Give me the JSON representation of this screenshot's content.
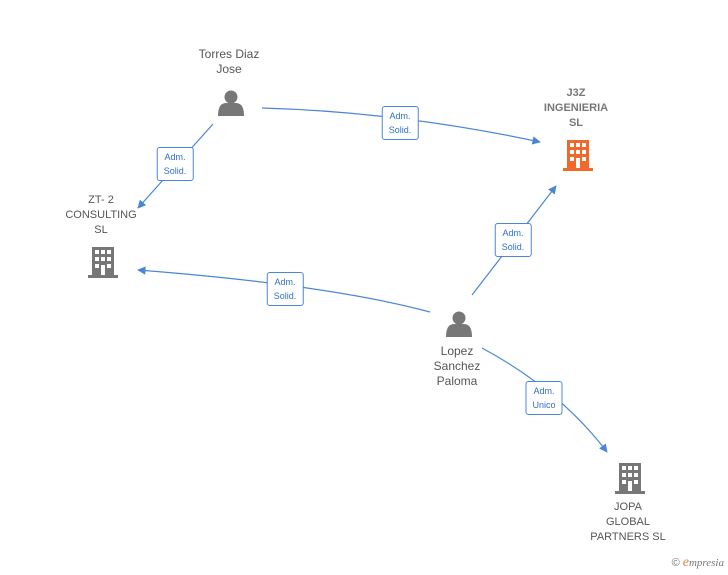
{
  "nodes": {
    "torres": {
      "lines": [
        "Torres Diaz",
        "Jose"
      ],
      "type": "person"
    },
    "j3z": {
      "lines": [
        "J3Z",
        "INGENIERIA",
        "SL"
      ],
      "type": "company",
      "color": "#f2682a"
    },
    "zt2": {
      "lines": [
        "ZT- 2",
        "CONSULTING",
        "SL"
      ],
      "type": "company",
      "color": "#777777"
    },
    "lopez": {
      "lines": [
        "Lopez",
        "Sanchez",
        "Paloma"
      ],
      "type": "person"
    },
    "jopa": {
      "lines": [
        "JOPA",
        "GLOBAL",
        "PARTNERS SL"
      ],
      "type": "company",
      "color": "#777777"
    }
  },
  "edges": [
    {
      "from": "torres",
      "to": "j3z",
      "label": [
        "Adm.",
        "Solid."
      ]
    },
    {
      "from": "torres",
      "to": "zt2",
      "label": [
        "Adm.",
        "Solid."
      ]
    },
    {
      "from": "lopez",
      "to": "zt2",
      "label": [
        "Adm.",
        "Solid."
      ]
    },
    {
      "from": "lopez",
      "to": "j3z",
      "label": [
        "Adm.",
        "Solid."
      ]
    },
    {
      "from": "lopez",
      "to": "jopa",
      "label": [
        "Adm.",
        "Unico"
      ]
    }
  ],
  "colors": {
    "edge": "#4a86d8",
    "person": "#777777"
  },
  "credit": {
    "symbol": "©",
    "brand_initial": "e",
    "brand_rest": "mpresia"
  }
}
